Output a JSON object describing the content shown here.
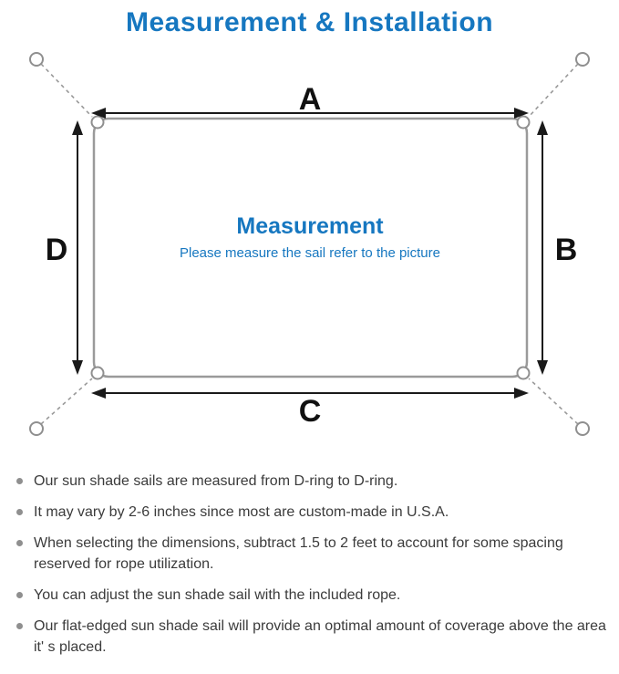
{
  "title": "Measurement & Installation",
  "diagram": {
    "labels": {
      "top": "A",
      "right": "B",
      "bottom": "C",
      "left": "D"
    },
    "center_title": "Measurement",
    "center_subtitle": "Please measure the sail refer to the picture"
  },
  "notes": [
    "Our sun shade sails are measured from D-ring to D-ring.",
    "It may vary by 2-6 inches since most are custom-made in U.S.A.",
    "When selecting the dimensions, subtract 1.5 to 2 feet to account for some spacing reserved for rope utilization.",
    "You can adjust the sun shade sail with the included rope.",
    "Our flat-edged sun shade sail will provide an optimal amount of coverage above the area it' s placed."
  ],
  "colors": {
    "accent_blue": "#1677c0",
    "body_text": "#3b3b3b",
    "line_gray": "#999999",
    "arrow_black": "#1a1a1a"
  }
}
